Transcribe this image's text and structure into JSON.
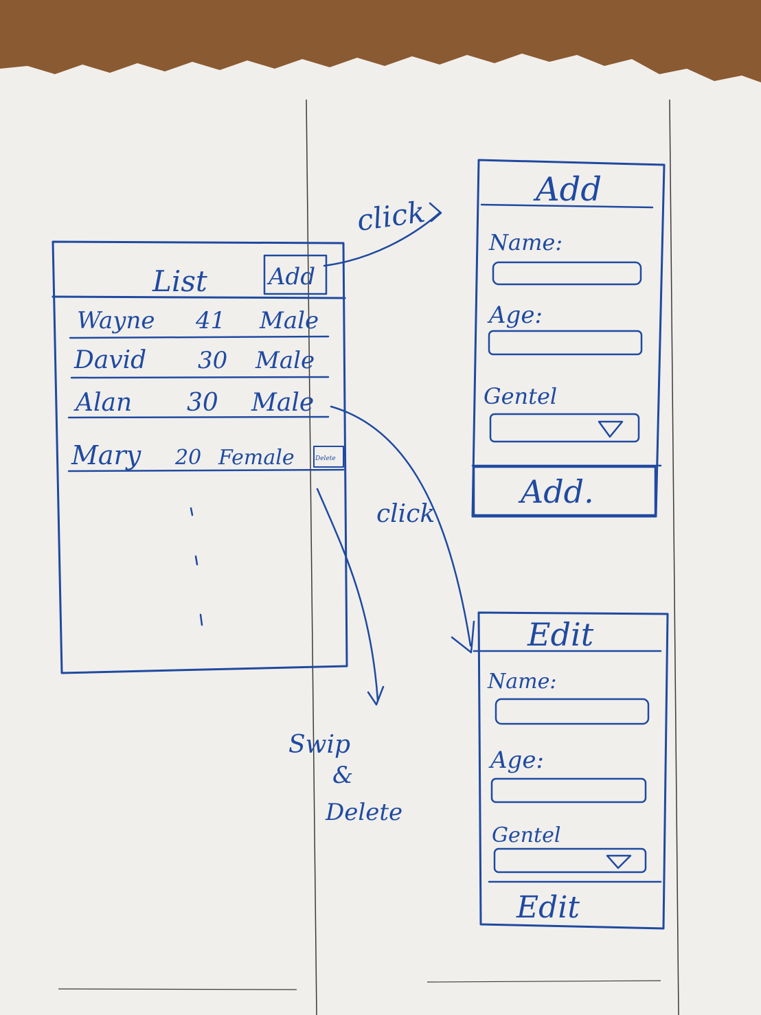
{
  "list_screen": {
    "title": "List",
    "add_button": "Add",
    "rows": [
      {
        "name": "Wayne",
        "age": "41",
        "gender": "Male"
      },
      {
        "name": "David",
        "age": "30",
        "gender": "Male"
      },
      {
        "name": "Alan",
        "age": "30",
        "gender": "Male"
      },
      {
        "name": "Mary",
        "age": "20",
        "gender": "Female",
        "action": "Delete"
      }
    ]
  },
  "add_screen": {
    "title": "Add",
    "name_label": "Name:",
    "age_label": "Age:",
    "gender_label": "Gentel",
    "submit_button": "Add."
  },
  "edit_screen": {
    "title": "Edit",
    "name_label": "Name:",
    "age_label": "Age:",
    "gender_label": "Gentel",
    "submit_button": "Edit"
  },
  "annotations": {
    "click_to_add": "click",
    "click_to_edit": "click",
    "swipe_line1": "Swip",
    "swipe_line2": "&",
    "swipe_line3": "Delete"
  },
  "colors": {
    "ink": "#1f4aa0",
    "paper": "#f1efec",
    "table": "#8a5a32",
    "rule": "#3a3a3a"
  }
}
